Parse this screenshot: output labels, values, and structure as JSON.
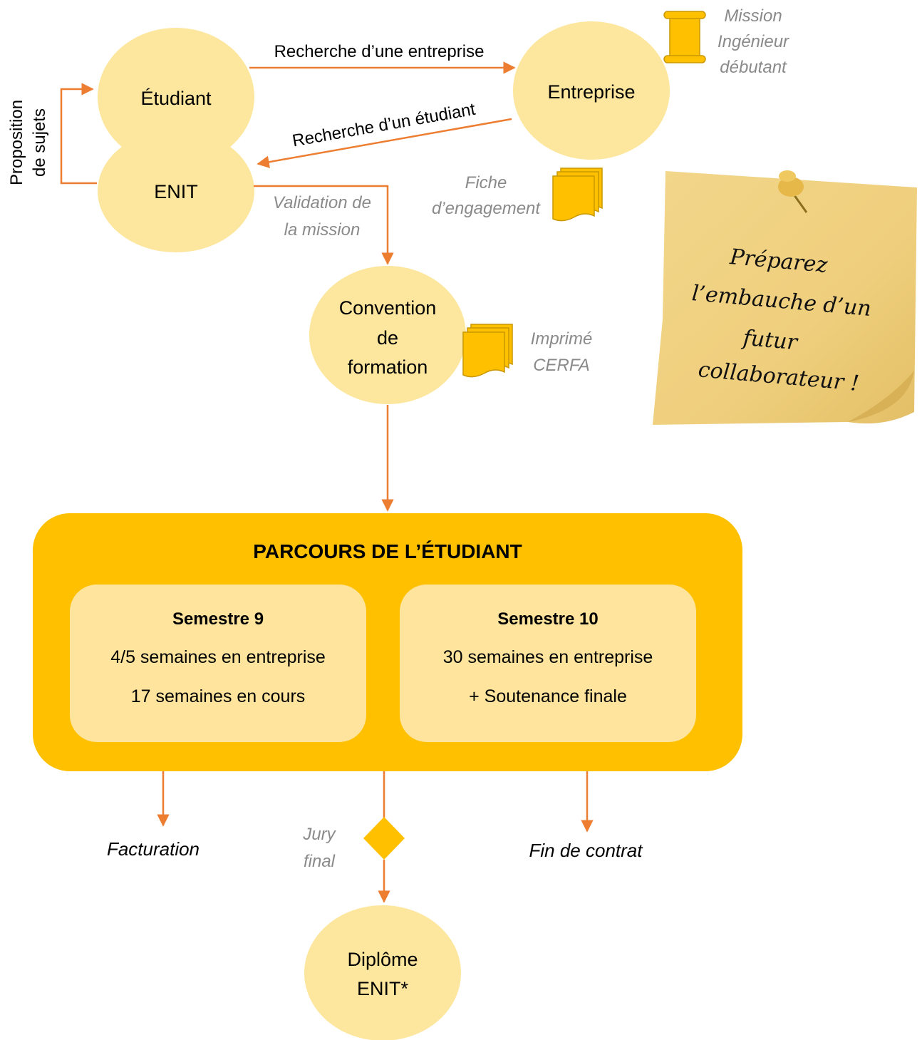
{
  "nodes": {
    "etudiant": "Étudiant",
    "entreprise": "Entreprise",
    "enit": "ENIT",
    "convention": [
      "Convention",
      "de",
      "formation"
    ],
    "diplome": [
      "Diplôme",
      "ENIT*"
    ]
  },
  "edges": {
    "recherche_entreprise": "Recherche d’une entreprise",
    "recherche_etudiant": "Recherche d’un étudiant",
    "proposition": [
      "Proposition",
      "de sujets"
    ]
  },
  "notes": {
    "mission": [
      "Mission",
      "Ingénieur",
      "débutant"
    ],
    "fiche": [
      "Fiche",
      "d’engagement"
    ],
    "validation": [
      "Validation de",
      "la mission"
    ],
    "imprime": [
      "Imprimé",
      "CERFA"
    ],
    "jury": [
      "Jury",
      "final"
    ]
  },
  "sticky": [
    "Préparez",
    "l’embauche d’un",
    "futur",
    "collaborateur !"
  ],
  "parcours": {
    "title": "PARCOURS DE L’ÉTUDIANT",
    "sem9": {
      "title": "Semestre 9",
      "lines": [
        "4/5 semaines en entreprise",
        "17 semaines en cours"
      ]
    },
    "sem10": {
      "title": "Semestre 10",
      "lines": [
        "30 semaines en entreprise",
        "+ Soutenance finale"
      ]
    }
  },
  "outcomes": {
    "facturation": "Facturation",
    "fin_contrat": "Fin de contrat"
  },
  "colors": {
    "node_fill": "#fde69d",
    "arrow": "#ed7d31",
    "parcours": "#ffc000",
    "semester": "#fee49c",
    "icon": "#ffc000",
    "note_text": "#8a8a8a"
  }
}
